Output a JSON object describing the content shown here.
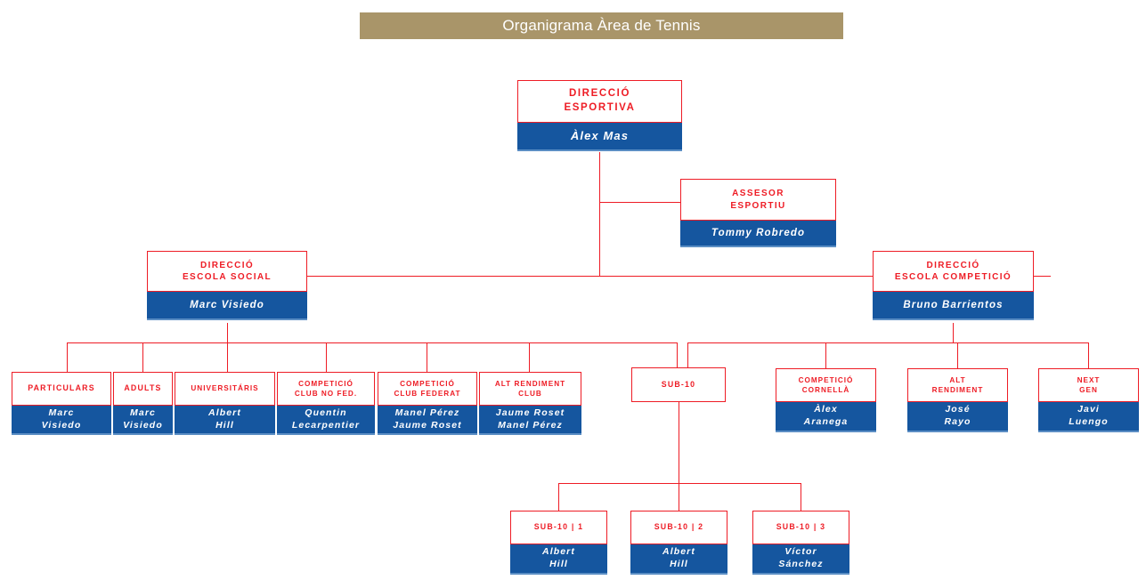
{
  "title": "Organigrama Àrea de Tennis",
  "colors": {
    "banner": "#a99569",
    "box_border": "#ee1c25",
    "box_title_text": "#ee1c25",
    "name_bg": "#15569f",
    "name_text": "#ffffff",
    "connector": "#ee1c25"
  },
  "nodes": {
    "direccio_esportiva": {
      "title": "DIRECCIÓ\nESPORTIVA",
      "name": "Àlex Mas"
    },
    "assesor_esportiu": {
      "title": "ASSESOR\nESPORTIU",
      "name": "Tommy Robredo"
    },
    "direccio_escola_social": {
      "title": "DIRECCIÓ\nESCOLA SOCIAL",
      "name": "Marc Visiedo"
    },
    "direccio_escola_competicio": {
      "title": "DIRECCIÓ\nESCOLA COMPETICIÓ",
      "name": "Bruno Barrientos"
    },
    "particulars": {
      "title": "PARTICULARS",
      "name": "Marc\nVisiedo"
    },
    "adults": {
      "title": "ADULTS",
      "name": "Marc\nVisiedo"
    },
    "universitaris": {
      "title": "UNIVERSITÁRIS",
      "name": "Albert\nHill"
    },
    "competicio_club_no_fed": {
      "title": "COMPETICIÓ\nCLUB NO FED.",
      "name": "Quentin\nLecarpentier"
    },
    "competicio_club_federat": {
      "title": "COMPETICIÓ\nCLUB FEDERAT",
      "name": "Manel Pérez\nJaume Roset"
    },
    "alt_rendiment_club": {
      "title": "ALT RENDIMENT\nCLUB",
      "name": "Jaume Roset\nManel Pérez"
    },
    "sub10": {
      "title": "SUB-10",
      "name": ""
    },
    "competicio_cornella": {
      "title": "COMPETICIÓ\nCORNELLÀ",
      "name": "Àlex\nAranega"
    },
    "alt_rendiment": {
      "title": "ALT\nRENDIMENT",
      "name": "José\nRayo"
    },
    "next_gen": {
      "title": "NEXT\nGEN",
      "name": "Javi\nLuengo"
    },
    "sub10_1": {
      "title": "SUB-10 | 1",
      "name": "Albert\nHill"
    },
    "sub10_2": {
      "title": "SUB-10 | 2",
      "name": "Albert\nHill"
    },
    "sub10_3": {
      "title": "SUB-10 | 3",
      "name": "Víctor\nSánchez"
    }
  }
}
